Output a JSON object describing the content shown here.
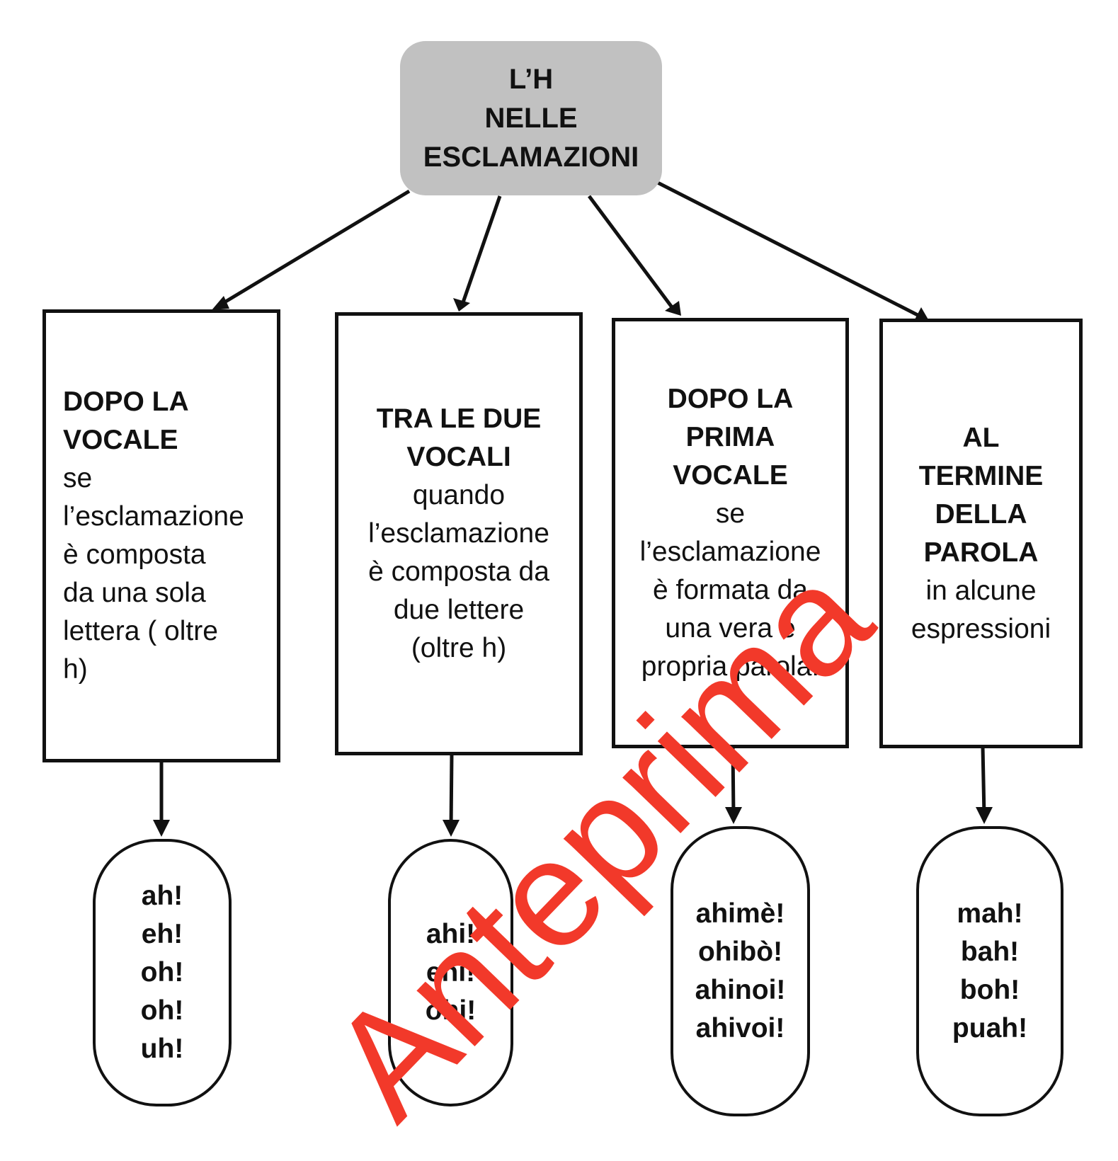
{
  "root": {
    "lines": [
      "L’H",
      "NELLE",
      "ESCLAMAZIONI"
    ]
  },
  "rules": [
    {
      "head": [
        "DOPO LA",
        "VOCALE"
      ],
      "body": [
        "se",
        "l’esclamazione",
        "è composta",
        "da una sola",
        "lettera ( oltre",
        "h)"
      ]
    },
    {
      "head": [
        "TRA LE DUE",
        "VOCALI"
      ],
      "body": [
        "quando",
        "l’esclamazione",
        "è composta da",
        "due lettere",
        "(oltre h)"
      ]
    },
    {
      "head": [
        "DOPO LA",
        "PRIMA",
        "VOCALE"
      ],
      "body": [
        "se",
        "l’esclamazione",
        "è formata da",
        "una vera e",
        "propria parola."
      ]
    },
    {
      "head": [
        "AL",
        "TERMINE",
        "DELLA",
        "PAROLA"
      ],
      "body": [
        "in alcune",
        "espressioni"
      ]
    }
  ],
  "examples": [
    [
      "ah!",
      "eh!",
      "oh!",
      "oh!",
      "uh!"
    ],
    [
      "ahi!",
      "ehi!",
      "ohi!"
    ],
    [
      "ahimè!",
      "ohibò!",
      "ahinoi!",
      "ahivoi!"
    ],
    [
      "mah!",
      "bah!",
      "boh!",
      "puah!"
    ]
  ],
  "watermark": {
    "text": "Anteprima",
    "color": "#f2392a"
  }
}
